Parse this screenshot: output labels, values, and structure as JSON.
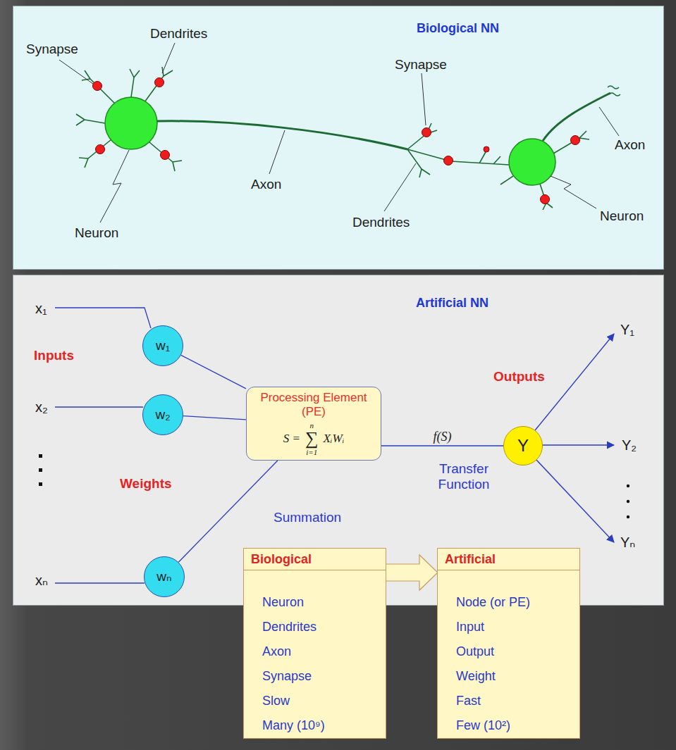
{
  "diagram": {
    "nodes": [
      {
        "text": [
          "Biological NN"
        ]
      },
      {
        "text": [
          "Artificial NN"
        ]
      },
      {
        "text": [
          "w₁"
        ],
        "in": 1
      },
      {
        "text": [
          "w₂"
        ],
        "in": 1
      },
      {
        "text": [
          "wₙ"
        ],
        "in": 1
      },
      {
        "text": [
          "Processing Element (PE)",
          "S =",
          "n",
          "∑",
          "i=1",
          "XᵢWᵢ"
        ],
        "in": 1
      },
      {
        "text": [
          "Y"
        ],
        "in": 1
      },
      {
        "text": [
          "Biological",
          "Neuron",
          "Dendrites",
          "Axon",
          "Synapse",
          "Slow",
          "Many (10⁹)"
        ]
      },
      {
        "text": [
          "Artificial",
          "Node (or PE)",
          "Input",
          "Output",
          "Weight",
          "Fast",
          "Few (10²)"
        ]
      }
    ],
    "edges": [
      {
        "from": 2,
        "to": 5,
        "arrow": "none"
      },
      {
        "from": 3,
        "to": 5,
        "arrow": "none"
      },
      {
        "from": 4,
        "to": 5,
        "arrow": "none"
      },
      {
        "from": 5,
        "to": 6,
        "label": "f(S)",
        "arrow": "none"
      },
      {
        "from": 7,
        "to": 8,
        "arrow": "to"
      }
    ],
    "labels": [
      "Synapse",
      "Dendrites",
      "Synapse",
      "Axon",
      "Axon",
      "Neuron",
      "Dendrites",
      "Neuron",
      "x₁",
      "Inputs",
      "x₂",
      "Weights",
      "xₙ",
      "Summation",
      "Transfer Function",
      "Outputs",
      "Y₁",
      "Y₂",
      "Yₙ"
    ]
  }
}
